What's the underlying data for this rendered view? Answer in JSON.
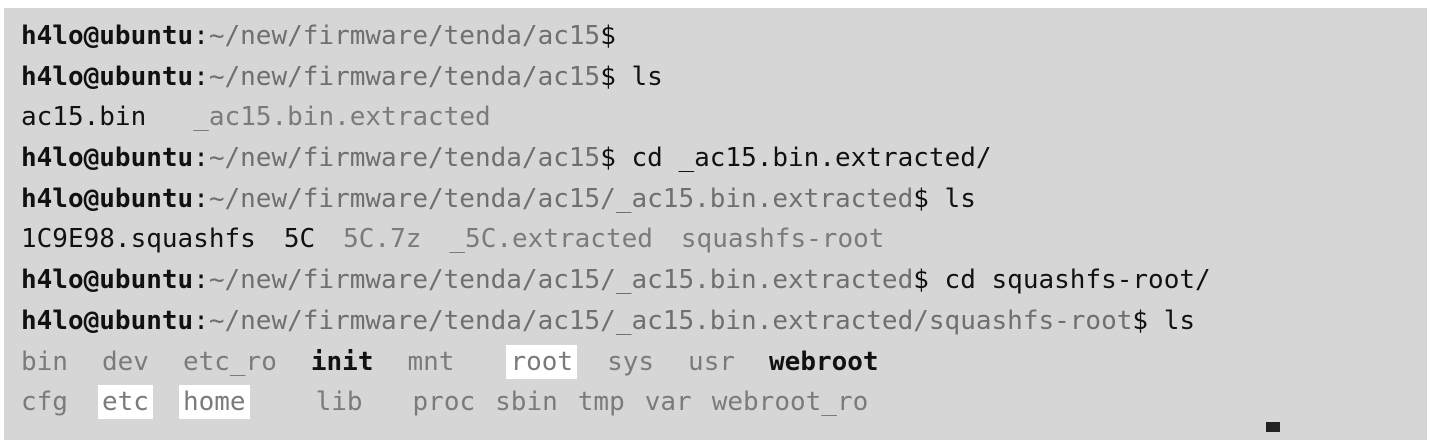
{
  "prompt": {
    "user": "h4lo@ubuntu",
    "colon": ":",
    "dollar": "$"
  },
  "lines": [
    {
      "type": "prompt",
      "path": "~/new/firmware/tenda/ac15",
      "cmd": ""
    },
    {
      "type": "prompt",
      "path": "~/new/firmware/tenda/ac15",
      "cmd": " ls"
    },
    {
      "type": "output",
      "items": [
        "ac15.bin",
        "_ac15.bin.extracted"
      ]
    },
    {
      "type": "prompt",
      "path": "~/new/firmware/tenda/ac15",
      "cmd": " cd _ac15.bin.extracted/"
    },
    {
      "type": "prompt",
      "path": "~/new/firmware/tenda/ac15/_ac15.bin.extracted",
      "cmd": " ls"
    },
    {
      "type": "output",
      "items": [
        "1C9E98.squashfs",
        "5C",
        "5C.7z",
        "_5C.extracted",
        "squashfs-root"
      ]
    },
    {
      "type": "prompt",
      "path": "~/new/firmware/tenda/ac15/_ac15.bin.extracted",
      "cmd": " cd squashfs-root/"
    },
    {
      "type": "prompt",
      "path": "~/new/firmware/tenda/ac15/_ac15.bin.extracted/squashfs-root",
      "cmd": " ls"
    },
    {
      "type": "output",
      "items": [
        "bin",
        "dev",
        "etc_ro",
        "init",
        "mnt",
        "root",
        "sys",
        "usr",
        "webroot"
      ]
    },
    {
      "type": "output",
      "items": [
        "cfg",
        "etc",
        "home",
        "lib",
        "proc",
        "sbin",
        "tmp",
        "var",
        "webroot_ro"
      ]
    }
  ]
}
